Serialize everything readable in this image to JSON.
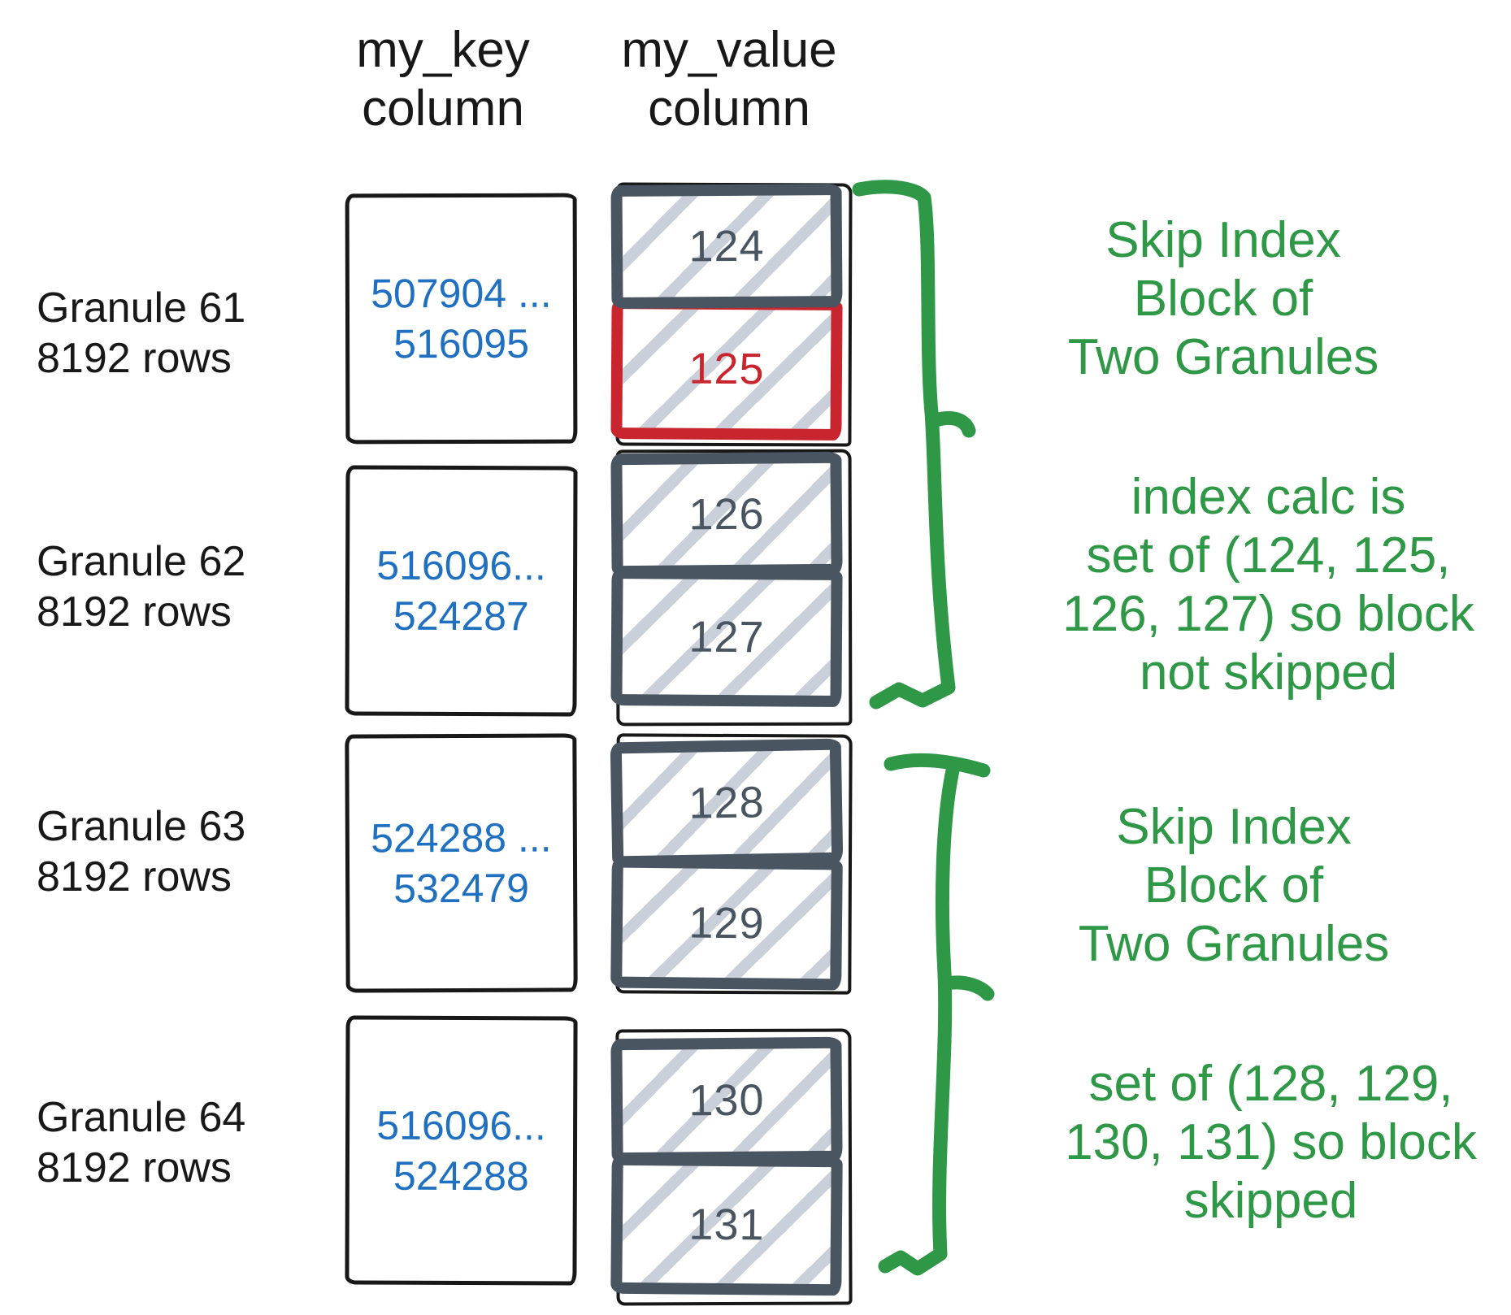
{
  "colors": {
    "ink": "#181818",
    "slate": "#4a5562",
    "red": "#c8252e",
    "blue": "#1f70c1",
    "green": "#2e9847",
    "hatch": "#cad0da",
    "paper": "#ffffff"
  },
  "columns": {
    "key_header_line1": "my_key",
    "key_header_line2": "column",
    "value_header_line1": "my_value",
    "value_header_line2": "column"
  },
  "granules": [
    {
      "label1": "Granule 61",
      "label2": "8192 rows",
      "key1": "507904 ...",
      "key2": "516095",
      "val1": "124",
      "val2": "125"
    },
    {
      "label1": "Granule 62",
      "label2": "8192 rows",
      "key1": "516096...",
      "key2": "524287",
      "val1": "126",
      "val2": "127"
    },
    {
      "label1": "Granule 63",
      "label2": "8192 rows",
      "key1": "524288 ...",
      "key2": "532479",
      "val1": "128",
      "val2": "129"
    },
    {
      "label1": "Granule 64",
      "label2": "8192 rows",
      "key1": "516096...",
      "key2": "524288",
      "val1": "130",
      "val2": "131"
    }
  ],
  "annotations": [
    {
      "lines": [
        "Skip Index",
        "Block of",
        "Two Granules"
      ]
    },
    {
      "lines": [
        "index calc is",
        "set of (124, 125,",
        "126, 127) so block",
        "not skipped"
      ]
    },
    {
      "lines": [
        "Skip Index",
        "Block of",
        "Two Granules"
      ]
    },
    {
      "lines": [
        "set of (128, 129,",
        "130, 131) so block",
        "skipped"
      ]
    }
  ]
}
